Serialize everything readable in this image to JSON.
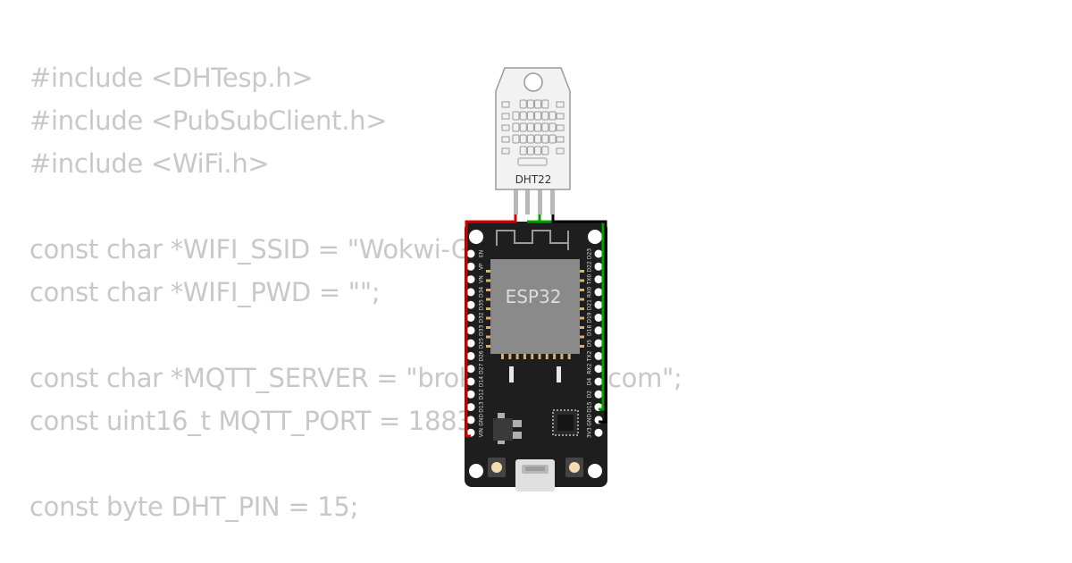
{
  "code": {
    "lines": [
      "#include <DHTesp.h>",
      "#include <PubSubClient.h>",
      "#include <WiFi.h>",
      "",
      "const char *WIFI_SSID = \"Wokwi-GUEST\";",
      "const char *WIFI_PWD = \"\";",
      "",
      "const char *MQTT_SERVER = \"broker.hivemq.com\";",
      "const uint16_t MQTT_PORT = 1883;",
      "",
      "const byte DHT_PIN = 15;"
    ]
  },
  "sensor": {
    "label": "DHT22"
  },
  "board": {
    "label": "ESP32",
    "left_pins": [
      "EN",
      "VP",
      "VN",
      "D34",
      "D35",
      "D32",
      "D33",
      "D25",
      "D26",
      "D27",
      "D14",
      "D12",
      "D13",
      "GND",
      "VIN"
    ],
    "right_pins": [
      "D23",
      "D22",
      "TX0",
      "RX0",
      "D21",
      "D19",
      "D18",
      "D5",
      "TX2",
      "RX2",
      "D4",
      "D2",
      "D15",
      "GND",
      "3V3"
    ]
  },
  "colors": {
    "code_text": "#c8c8c8",
    "board": "#1e1e1e",
    "chip": "#8a8a8a",
    "wire_vcc": "#d00000",
    "wire_data": "#00a000",
    "wire_gnd": "#000000",
    "sensor_body": "#f2f2f2"
  }
}
